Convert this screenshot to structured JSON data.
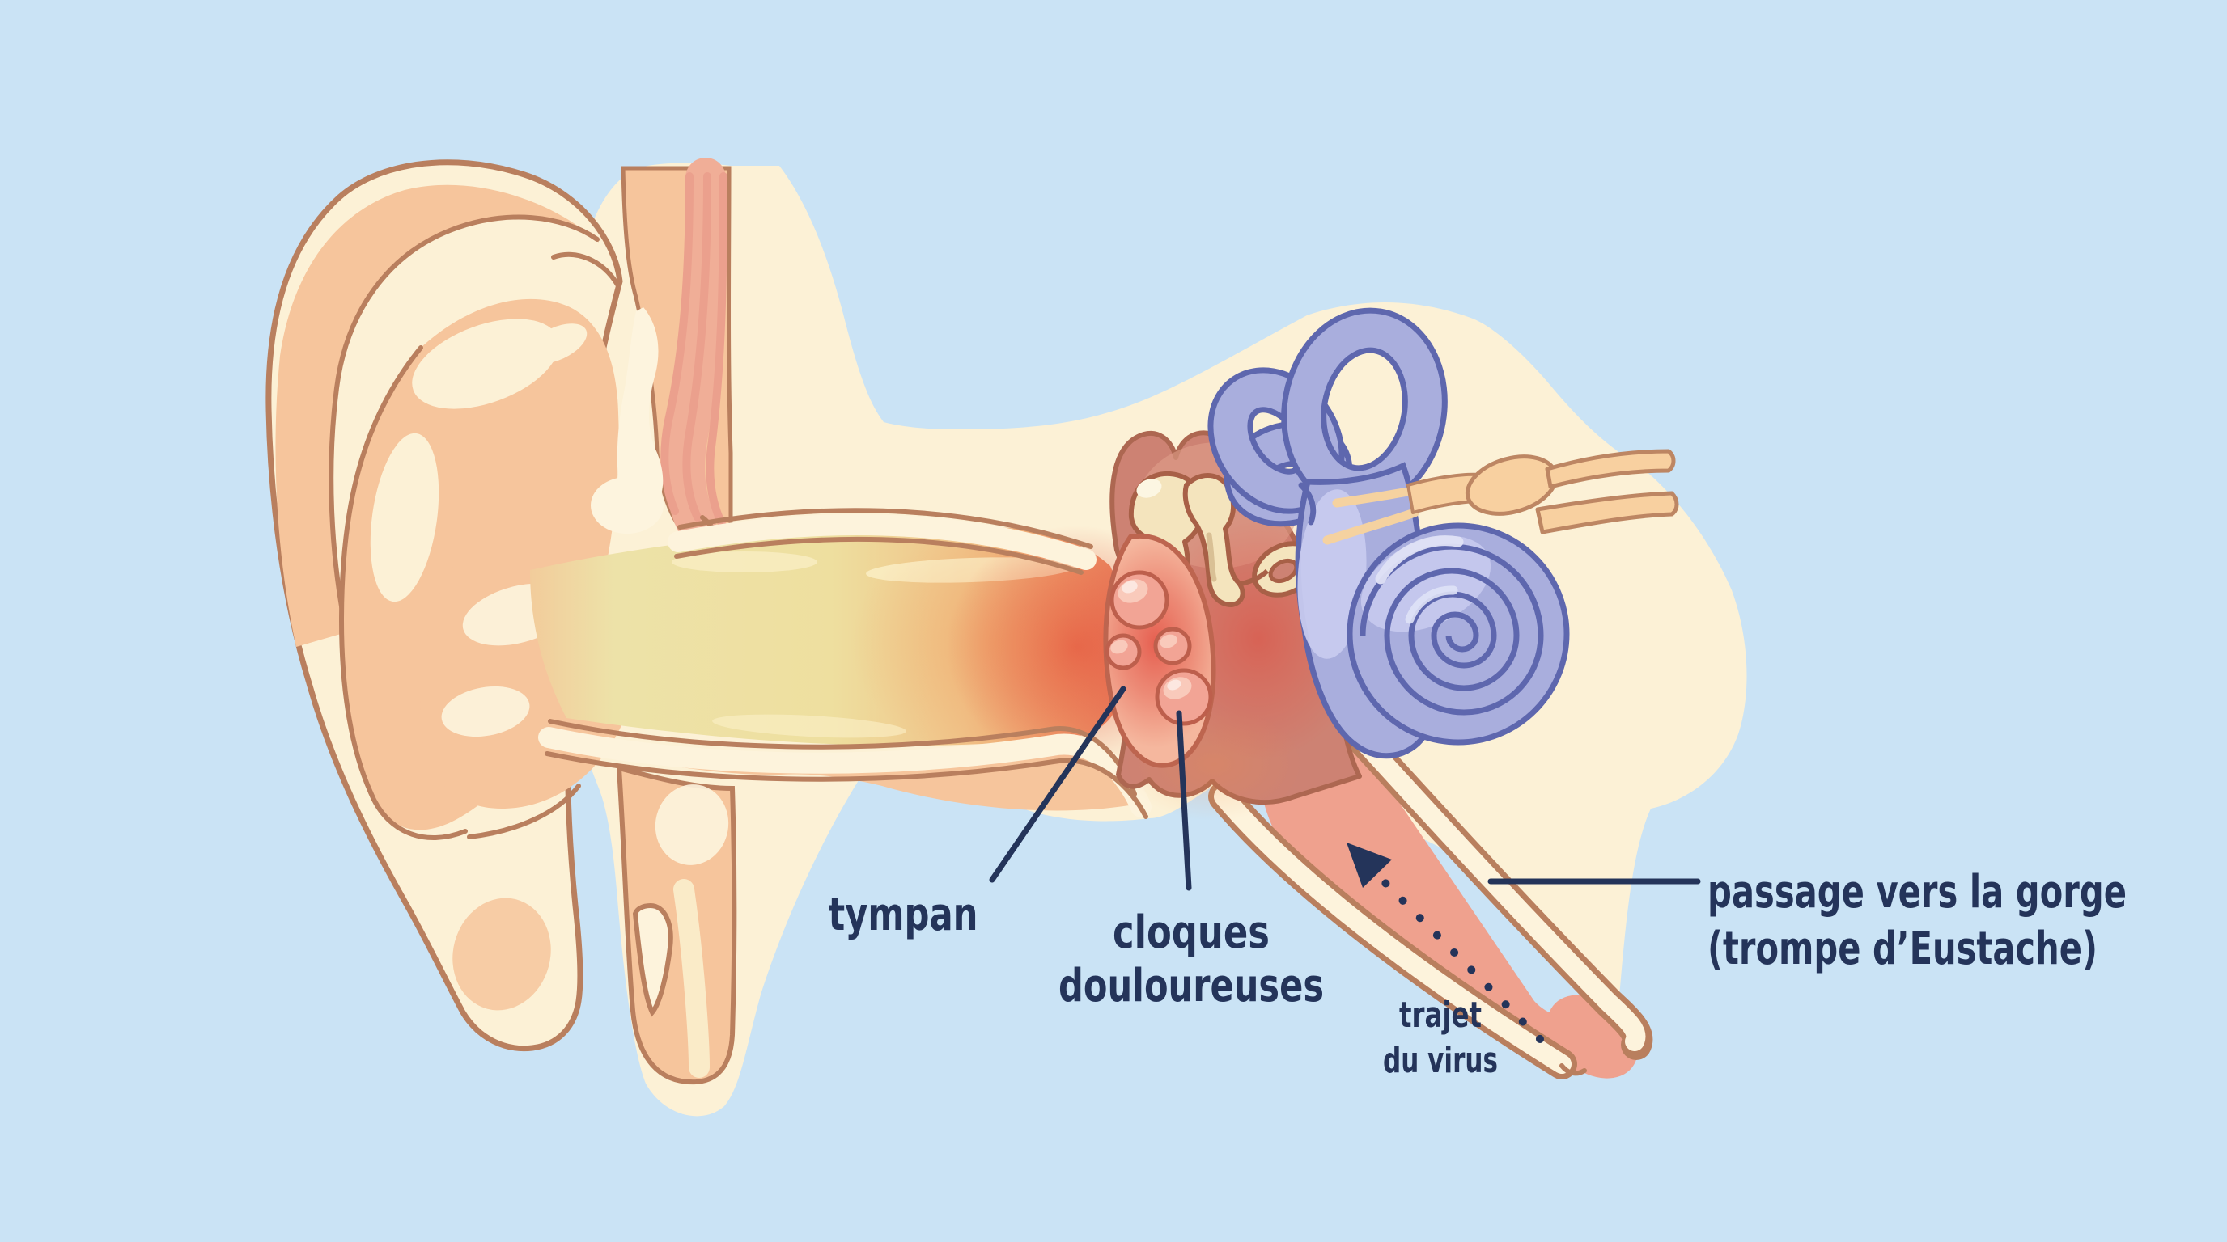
{
  "diagram": {
    "labels": {
      "tympan": "tympan",
      "cloques_line1": "cloques",
      "cloques_line2": "douloureuses",
      "trajet_line1": "trajet",
      "trajet_line2": "du virus",
      "passage_line1": "passage vers la gorge",
      "passage_line2": "(trompe d’Eustache)"
    },
    "palette": {
      "background_blue": "#cae3f5",
      "bone_cream": "#fcf1d6",
      "skin_peach": "#f6c59c",
      "stripe_pink": "#eba08d",
      "outline_brown": "#b97f5e",
      "canal_yellow": "#eee2a8",
      "inflammation_red": "#e14f40",
      "eardrum_pink": "#f5b79e",
      "blister_pink": "#f2a495",
      "middle_ear_rose": "#cd8273",
      "ossicle_cream": "#f4e4bd",
      "inner_ear_lavender": "#a9aedd",
      "inner_ear_outline": "#5e67ae",
      "nerve_tan": "#f8d0a0",
      "tube_salmon": "#efa18e",
      "label_navy": "#24345a"
    }
  }
}
